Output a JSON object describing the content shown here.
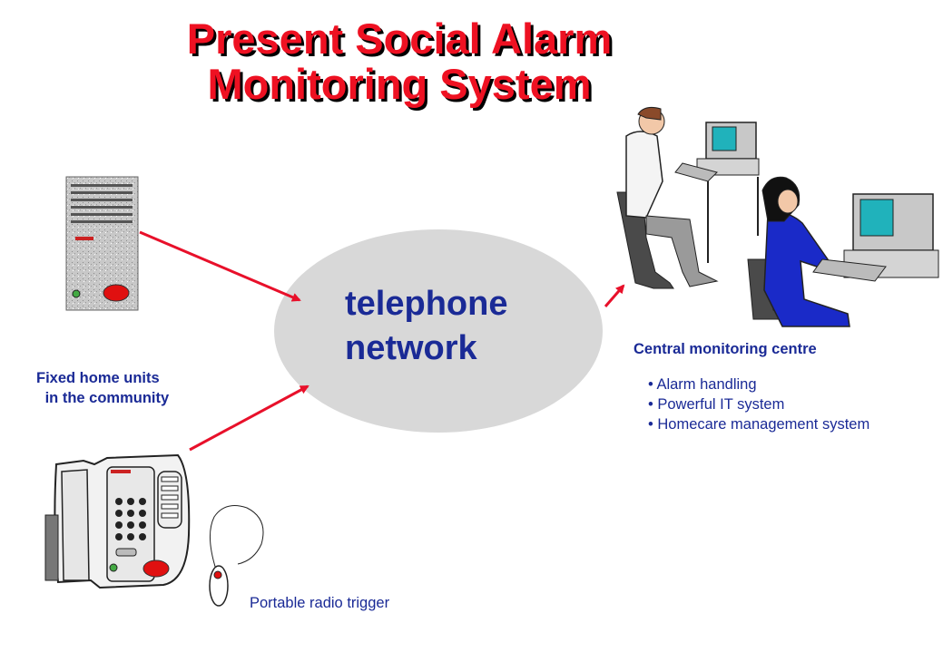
{
  "title": {
    "line1": "Present Social Alarm",
    "line2": "Monitoring System"
  },
  "network": {
    "line1": "telephone",
    "line2": "network"
  },
  "home_units": {
    "line1": "Fixed home units",
    "line2": " in the community"
  },
  "centre": {
    "title": "Central monitoring centre",
    "bullets": [
      "• Alarm handling",
      "• Powerful IT system",
      "• Homecare management system"
    ]
  },
  "trigger": {
    "label": "Portable radio trigger"
  },
  "icons": [
    "alarm-unit-icon",
    "alarm-phone-icon",
    "radio-trigger-icon",
    "operator-man-icon",
    "operator-woman-icon",
    "computer-icon"
  ],
  "colors": {
    "title": "#ee1122",
    "label": "#1a2a96",
    "arrow": "#e8102a",
    "network_fill": "#d8d8d8"
  }
}
